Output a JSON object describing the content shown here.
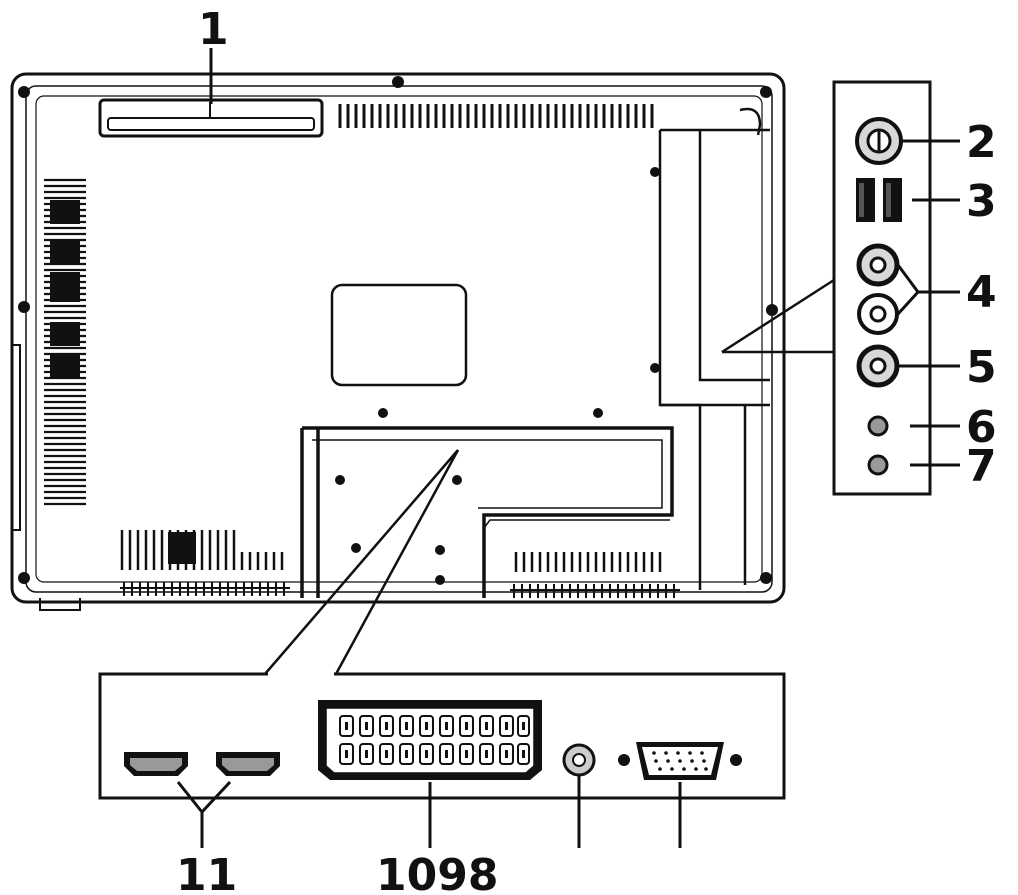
{
  "colors": {
    "line": "#111111",
    "background": "#ffffff",
    "port_fill": "#d8d8d8"
  },
  "callouts": {
    "c1": "1",
    "c2": "2",
    "c3": "3",
    "c4": "4",
    "c5": "5",
    "c6": "6",
    "c7": "7",
    "c11": "11",
    "c1098": "1098"
  }
}
